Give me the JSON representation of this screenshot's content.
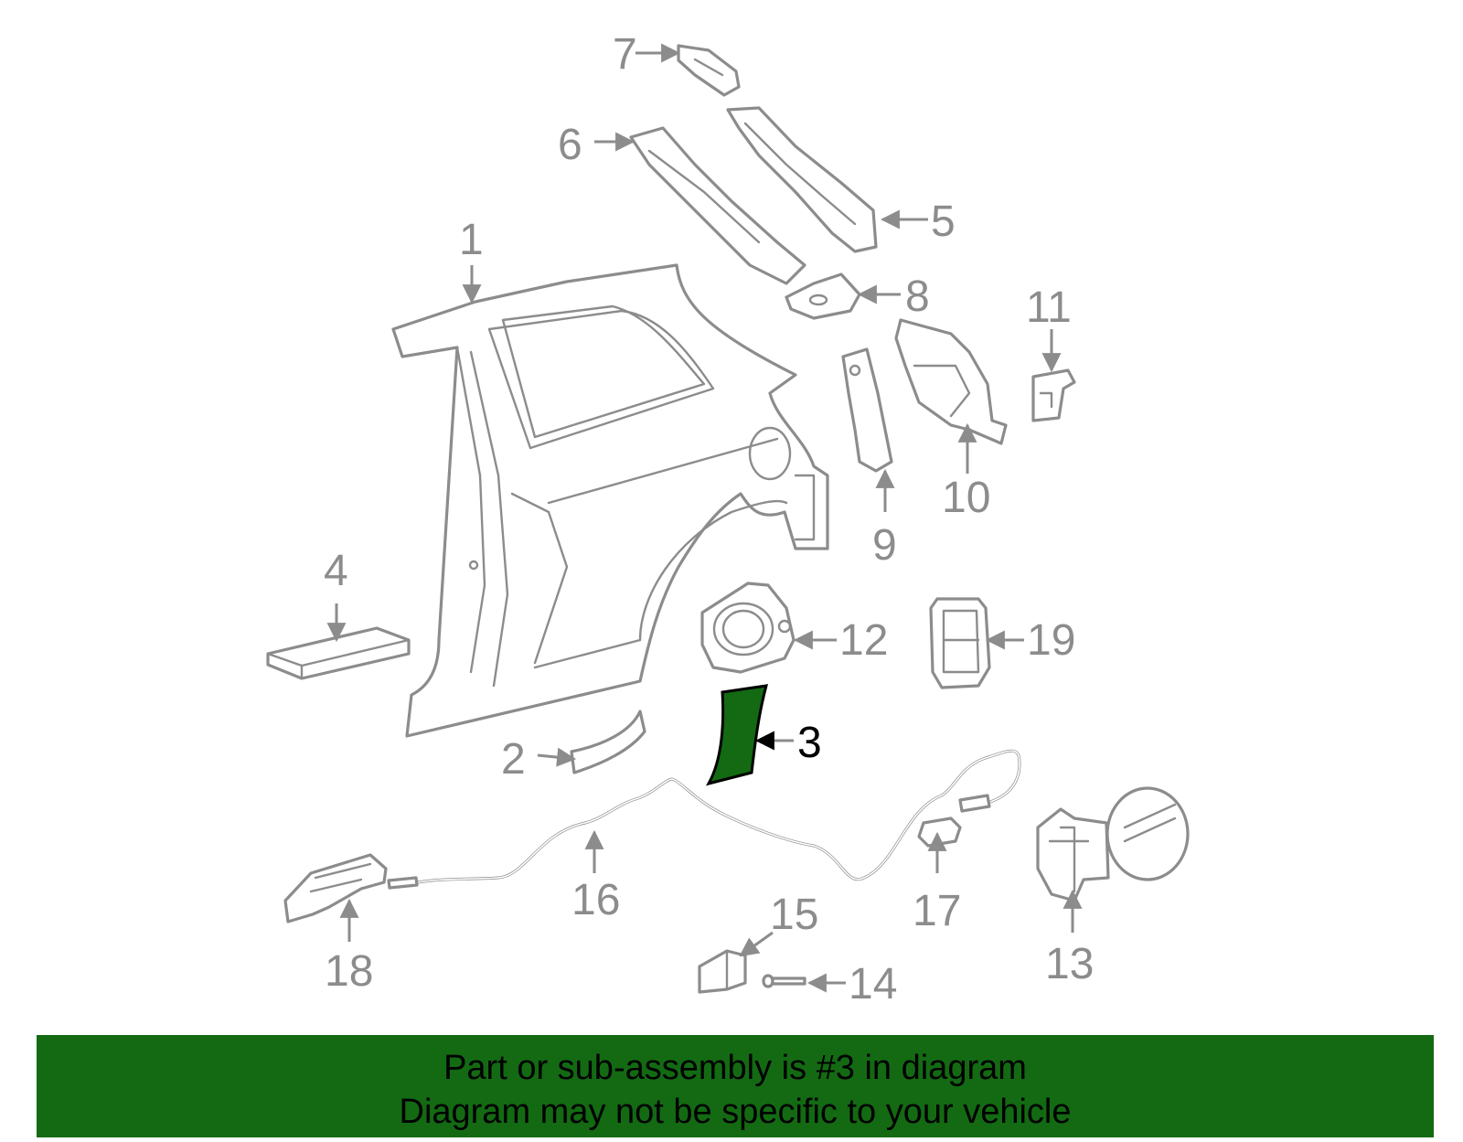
{
  "diagram": {
    "highlighted_part": "3",
    "highlight_color": "#136a13",
    "line_color": "#8c8c8c",
    "callouts": {
      "p1": "1",
      "p2": "2",
      "p3": "3",
      "p4": "4",
      "p5": "5",
      "p6": "6",
      "p7": "7",
      "p8": "8",
      "p9": "9",
      "p10": "10",
      "p11": "11",
      "p12": "12",
      "p13": "13",
      "p14": "14",
      "p15": "15",
      "p16": "16",
      "p17": "17",
      "p18": "18",
      "p19": "19"
    }
  },
  "banner": {
    "background": "#136a13",
    "line1": "Part or sub-assembly is #3 in diagram",
    "line2": "Diagram may not be specific to your vehicle"
  }
}
